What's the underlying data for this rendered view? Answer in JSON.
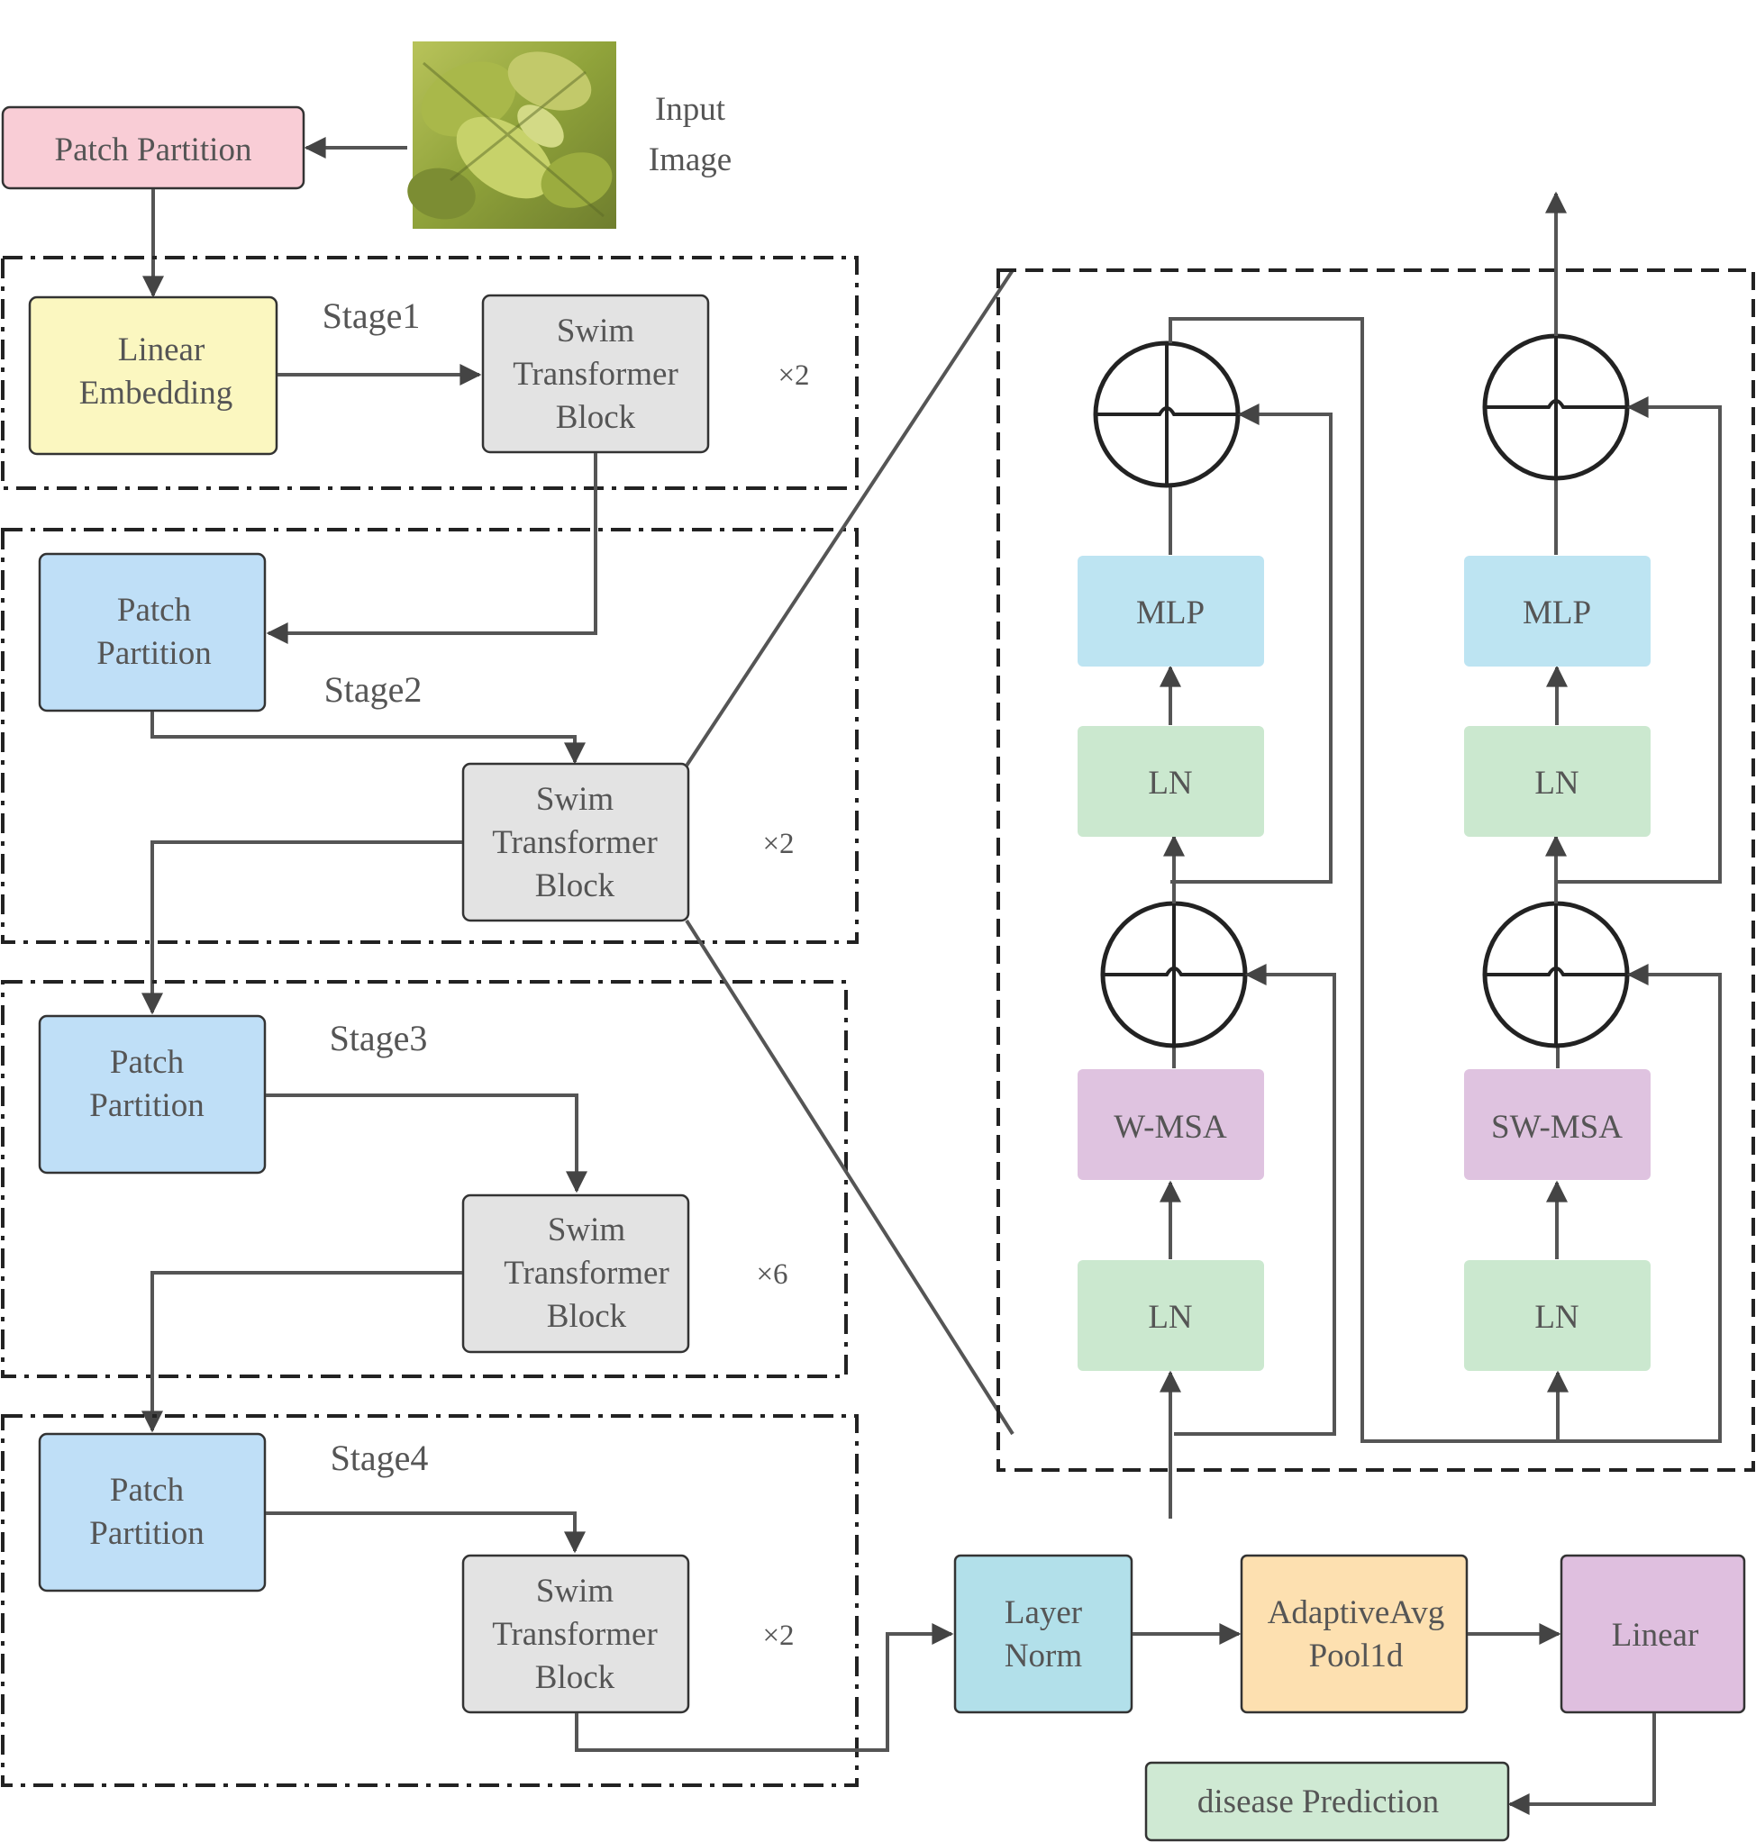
{
  "input_image_label_1": "Input",
  "input_image_label_2": "Image",
  "patch_partition_top": "Patch Partition",
  "stage1": {
    "label": "Stage1",
    "embed_line1": "Linear",
    "embed_line2": "Embedding",
    "block_l1": "Swim",
    "block_l2": "Transformer",
    "block_l3": "Block",
    "repeat": "×2"
  },
  "stage2": {
    "label": "Stage2",
    "pp_l1": "Patch",
    "pp_l2": "Partition",
    "block_l1": "Swim",
    "block_l2": "Transformer",
    "block_l3": "Block",
    "repeat": "×2"
  },
  "stage3": {
    "label": "Stage3",
    "pp_l1": "Patch",
    "pp_l2": "Partition",
    "block_l1": "Swim",
    "block_l2": "Transformer",
    "block_l3": "Block",
    "repeat": "×6"
  },
  "stage4": {
    "label": "Stage4",
    "pp_l1": "Patch",
    "pp_l2": "Partition",
    "block_l1": "Swim",
    "block_l2": "Transformer",
    "block_l3": "Block",
    "repeat": "×2"
  },
  "detail": {
    "left": {
      "mlp": "MLP",
      "ln_top": "LN",
      "msa": "W-MSA",
      "ln_bottom": "LN"
    },
    "right": {
      "mlp": "MLP",
      "ln_top": "LN",
      "msa": "SW-MSA",
      "ln_bottom": "LN"
    }
  },
  "head": {
    "layer_norm_l1": "Layer",
    "layer_norm_l2": "Norm",
    "pool_l1": "AdaptiveAvg",
    "pool_l2": "Pool1d",
    "linear": "Linear",
    "prediction": "disease Prediction"
  },
  "colors": {
    "pink": "#f9cdd6",
    "yellow": "#fbf7c0",
    "gray": "#e3e3e3",
    "blue": "#bfdff7",
    "mlp": "#bde4f2",
    "ln": "#cbe8cf",
    "msa": "#dfc3e0",
    "cyan": "#b2e0ea",
    "peach": "#fde0b0",
    "purple": "#dfbfdf",
    "green": "#cfe9d3"
  }
}
